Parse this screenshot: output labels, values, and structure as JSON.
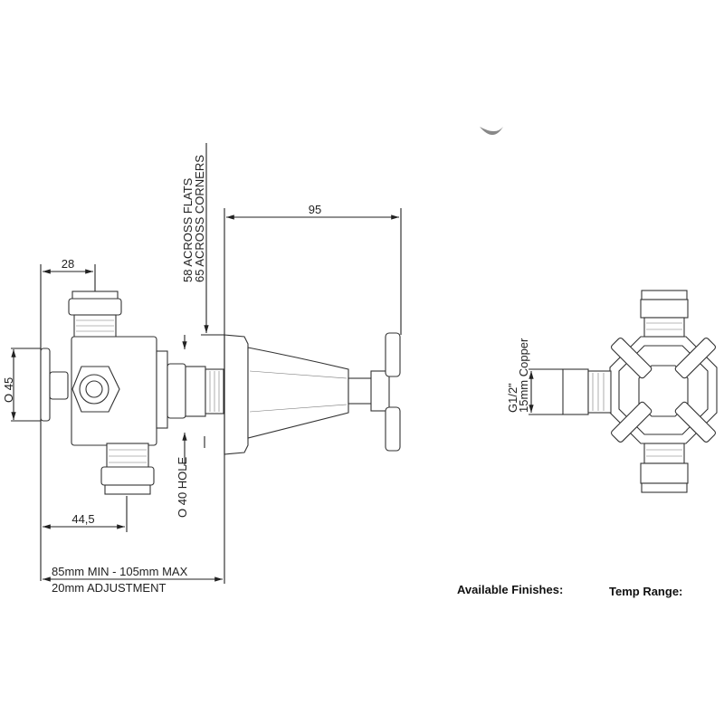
{
  "drawing": {
    "dim_95": "95",
    "dim_28": "28",
    "across_flats": "58  ACROSS FLATS",
    "across_corners": "65 ACROSS CORNERS",
    "dia_45": "O 45",
    "dia_40_hole": "O 40 HOLE",
    "dim_44_5": "44,5",
    "adjust_range": "85mm MIN - 105mm MAX",
    "adjustment": "20mm ADJUSTMENT",
    "thread": "G1/2\"",
    "copper": "15mm Copper"
  },
  "footer": {
    "finishes_label": "Available Finishes:",
    "temp_label": "Temp Range:"
  }
}
